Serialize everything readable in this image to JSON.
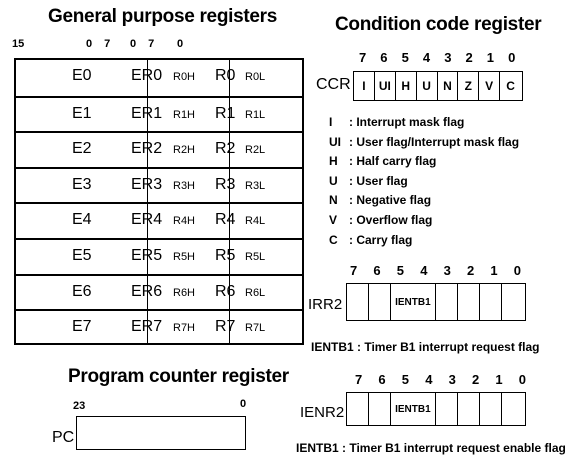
{
  "gpr": {
    "title": "General purpose registers",
    "bits": [
      "15",
      "0 7",
      "0 7",
      "0"
    ],
    "rows": [
      {
        "e": "E0",
        "er": "ER0",
        "rh": "R0H",
        "r": "R0",
        "rl": "R0L"
      },
      {
        "e": "E1",
        "er": "ER1",
        "rh": "R1H",
        "r": "R1",
        "rl": "R1L"
      },
      {
        "e": "E2",
        "er": "ER2",
        "rh": "R2H",
        "r": "R2",
        "rl": "R2L"
      },
      {
        "e": "E3",
        "er": "ER3",
        "rh": "R3H",
        "r": "R3",
        "rl": "R3L"
      },
      {
        "e": "E4",
        "er": "ER4",
        "rh": "R4H",
        "r": "R4",
        "rl": "R4L"
      },
      {
        "e": "E5",
        "er": "ER5",
        "rh": "R5H",
        "r": "R5",
        "rl": "R5L"
      },
      {
        "e": "E6",
        "er": "ER6",
        "rh": "R6H",
        "r": "R6",
        "rl": "R6L"
      },
      {
        "e": "E7",
        "er": "ER7",
        "rh": "R7H",
        "r": "R7",
        "rl": "R7L"
      }
    ]
  },
  "pc": {
    "title": "Program counter register",
    "bit_high": "23",
    "bit_low": "0",
    "label": "PC"
  },
  "ccr": {
    "title": "Condition code register",
    "label": "CCR",
    "bits": [
      "7",
      "6",
      "5",
      "4",
      "3",
      "2",
      "1",
      "0"
    ],
    "cells": [
      "I",
      "UI",
      "H",
      "U",
      "N",
      "Z",
      "V",
      "C"
    ],
    "legend": [
      {
        "key": "I",
        "desc": ": Interrupt mask flag"
      },
      {
        "key": "UI",
        "desc": ": User flag/Interrupt mask flag"
      },
      {
        "key": "H",
        "desc": ": Half carry flag"
      },
      {
        "key": "U",
        "desc": ": User flag"
      },
      {
        "key": "N",
        "desc": ": Negative flag"
      },
      {
        "key": "V",
        "desc": ": Overflow flag"
      },
      {
        "key": "C",
        "desc": ": Carry flag"
      }
    ]
  },
  "irr2": {
    "label": "IRR2",
    "bits": [
      "7",
      "6",
      "5",
      "4",
      "3",
      "2",
      "1",
      "0"
    ],
    "cells": [
      "",
      "",
      "IENTB1",
      "",
      "",
      "",
      ""
    ],
    "note": "IENTB1 : Timer B1 interrupt request flag"
  },
  "ienr2": {
    "label": "IENR2",
    "bits": [
      "7",
      "6",
      "5",
      "4",
      "3",
      "2",
      "1",
      "0"
    ],
    "cells": [
      "",
      "",
      "IENTB1",
      "",
      "",
      "",
      ""
    ],
    "note": "IENTB1 : Timer B1 interrupt request enable flag"
  }
}
